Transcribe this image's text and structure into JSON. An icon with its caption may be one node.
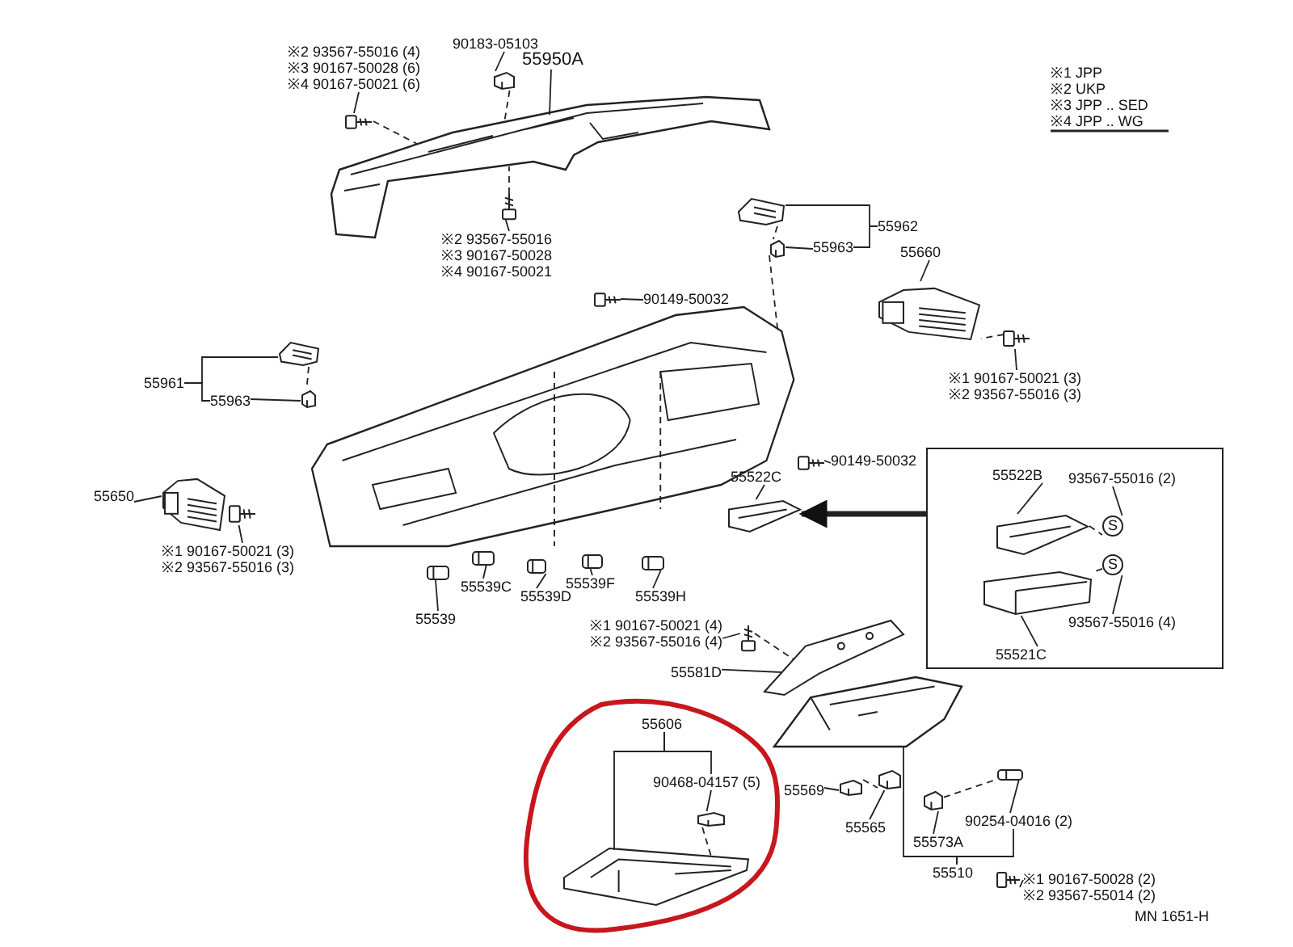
{
  "diagram": {
    "nodes": [
      {
        "text": [
          "90183-05103"
        ]
      },
      {
        "text": [
          "55950A"
        ]
      },
      {
        "text": [
          "※2 93567-55016 (4)",
          "※3 90167-50028 (6)",
          "※4 90167-50021 (6)"
        ]
      },
      {
        "text": [],
        "shape": "picture"
      },
      {
        "text": [],
        "shape": "picture"
      },
      {
        "text": [],
        "shape": "picture"
      },
      {
        "text": [],
        "shape": "picture"
      },
      {
        "text": [
          "※2 93567-55016",
          "※3 90167-50028",
          "※4 90167-50021"
        ]
      },
      {
        "text": [],
        "shape": "picture"
      },
      {
        "text": [],
        "shape": "picture"
      },
      {
        "text": [
          "55962"
        ]
      },
      {
        "text": [
          "55963"
        ]
      },
      {
        "text": [
          "55660"
        ]
      },
      {
        "text": [],
        "shape": "picture"
      },
      {
        "text": [],
        "shape": "picture"
      },
      {
        "text": [
          "※1 90167-50021 (3)",
          "※2 93567-55016 (3)"
        ]
      },
      {
        "text": [],
        "shape": "picture"
      },
      {
        "text": [
          "90149-50032"
        ]
      },
      {
        "text": [],
        "shape": "picture"
      },
      {
        "text": [],
        "shape": "picture"
      },
      {
        "text": [],
        "shape": "picture"
      },
      {
        "text": [
          "55961"
        ]
      },
      {
        "text": [
          "55963"
        ]
      },
      {
        "text": [
          "55650"
        ]
      },
      {
        "text": [],
        "shape": "picture"
      },
      {
        "text": [],
        "shape": "picture"
      },
      {
        "text": [
          "※1 90167-50021 (3)",
          "※2 93567-55016 (3)"
        ]
      },
      {
        "text": [],
        "shape": "picture"
      },
      {
        "text": [
          "55539"
        ]
      },
      {
        "text": [],
        "shape": "picture"
      },
      {
        "text": [
          "55539C"
        ]
      },
      {
        "text": [],
        "shape": "picture"
      },
      {
        "text": [
          "55539D"
        ]
      },
      {
        "text": [],
        "shape": "picture"
      },
      {
        "text": [
          "55539F"
        ]
      },
      {
        "text": [],
        "shape": "picture"
      },
      {
        "text": [
          "55539H"
        ]
      },
      {
        "text": [],
        "shape": "picture"
      },
      {
        "text": [
          "90149-50032"
        ]
      },
      {
        "text": [
          "55522C"
        ]
      },
      {
        "text": [],
        "shape": "picture"
      },
      {
        "text": [],
        "shape": "box"
      },
      {
        "text": [
          "55522B"
        ],
        "in": 41
      },
      {
        "text": [
          "93567-55016 (2)"
        ],
        "in": 41
      },
      {
        "text": [],
        "shape": "picture",
        "in": 41
      },
      {
        "text": [
          "S"
        ],
        "in": 41
      },
      {
        "text": [
          "S"
        ],
        "in": 41
      },
      {
        "text": [],
        "shape": "picture",
        "in": 41
      },
      {
        "text": [
          "93567-55016 (4)"
        ],
        "in": 41
      },
      {
        "text": [
          "55521C"
        ],
        "in": 41
      },
      {
        "text": [
          "※1 90167-50021 (4)",
          "※2 93567-55016 (4)"
        ]
      },
      {
        "text": [],
        "shape": "picture"
      },
      {
        "text": [],
        "shape": "picture"
      },
      {
        "text": [
          "55581D"
        ]
      },
      {
        "text": [
          "55606"
        ]
      },
      {
        "text": [
          "90468-04157 (5)"
        ]
      },
      {
        "text": [],
        "shape": "picture"
      },
      {
        "text": [],
        "shape": "picture"
      },
      {
        "text": [],
        "shape": "picture"
      },
      {
        "text": [
          "55569"
        ]
      },
      {
        "text": [],
        "shape": "picture"
      },
      {
        "text": [
          "55565"
        ]
      },
      {
        "text": [],
        "shape": "picture"
      },
      {
        "text": [],
        "shape": "picture"
      },
      {
        "text": [
          "55573A"
        ]
      },
      {
        "text": [],
        "shape": "picture"
      },
      {
        "text": [
          "90254-04016 (2)"
        ]
      },
      {
        "text": [
          "55510"
        ]
      },
      {
        "text": [],
        "shape": "picture"
      },
      {
        "text": [
          "※1 90167-50028 (2)",
          "※2 93567-55014 (2)"
        ]
      }
    ],
    "edges": [
      {
        "from": 0,
        "to": 3,
        "arrow": "none"
      },
      {
        "from": 1,
        "to": 5,
        "arrow": "none"
      },
      {
        "from": 2,
        "to": 4,
        "arrow": "none"
      },
      {
        "from": 7,
        "to": 6,
        "arrow": "none"
      },
      {
        "from": 10,
        "to": 8,
        "arrow": "none"
      },
      {
        "from": 10,
        "to": 11,
        "arrow": "none"
      },
      {
        "from": 11,
        "to": 9,
        "arrow": "none"
      },
      {
        "from": 12,
        "to": 13,
        "arrow": "none"
      },
      {
        "from": 15,
        "to": 14,
        "arrow": "none"
      },
      {
        "from": 17,
        "to": 16,
        "arrow": "none"
      },
      {
        "from": 21,
        "to": 19,
        "arrow": "none"
      },
      {
        "from": 21,
        "to": 22,
        "arrow": "none"
      },
      {
        "from": 22,
        "to": 20,
        "arrow": "none"
      },
      {
        "from": 23,
        "to": 24,
        "arrow": "none"
      },
      {
        "from": 26,
        "to": 25,
        "arrow": "none"
      },
      {
        "from": 28,
        "to": 27,
        "arrow": "none"
      },
      {
        "from": 30,
        "to": 29,
        "arrow": "none"
      },
      {
        "from": 32,
        "to": 31,
        "arrow": "none"
      },
      {
        "from": 34,
        "to": 33,
        "arrow": "none"
      },
      {
        "from": 36,
        "to": 35,
        "arrow": "none"
      },
      {
        "from": 38,
        "to": 37,
        "arrow": "none"
      },
      {
        "from": 39,
        "to": 40,
        "arrow": "none"
      },
      {
        "from": 42,
        "to": 44,
        "arrow": "none"
      },
      {
        "from": 43,
        "to": 45,
        "arrow": "none"
      },
      {
        "from": 48,
        "to": 46,
        "arrow": "none"
      },
      {
        "from": 49,
        "to": 47,
        "arrow": "none"
      },
      {
        "from": 50,
        "to": 51,
        "arrow": "none"
      },
      {
        "from": 53,
        "to": 52,
        "arrow": "none"
      },
      {
        "from": 54,
        "to": 57,
        "arrow": "none"
      },
      {
        "from": 54,
        "to": 55,
        "arrow": "none"
      },
      {
        "from": 55,
        "to": 56,
        "arrow": "none"
      },
      {
        "from": 59,
        "to": 60,
        "arrow": "none"
      },
      {
        "from": 61,
        "to": 62,
        "arrow": "none"
      },
      {
        "from": 64,
        "to": 63,
        "arrow": "none"
      },
      {
        "from": 66,
        "to": 65,
        "arrow": "none"
      },
      {
        "from": 67,
        "to": 58,
        "arrow": "none"
      },
      {
        "from": 67,
        "to": 66,
        "arrow": "none"
      },
      {
        "from": 69,
        "to": 68,
        "arrow": "none"
      },
      {
        "from": 41,
        "to": 40,
        "arrow": "to",
        "style": "thick"
      },
      {
        "from": 3,
        "to": 5,
        "arrow": "none",
        "style": "dashed"
      },
      {
        "from": 4,
        "to": 5,
        "arrow": "none",
        "style": "dashed"
      },
      {
        "from": 6,
        "to": 5,
        "arrow": "none",
        "style": "dashed"
      },
      {
        "from": 8,
        "to": 9,
        "arrow": "none",
        "style": "dashed"
      },
      {
        "from": 9,
        "to": 18,
        "arrow": "none",
        "style": "dashed"
      },
      {
        "from": 19,
        "to": 20,
        "arrow": "none",
        "style": "dashed"
      },
      {
        "from": 14,
        "to": 13,
        "arrow": "none",
        "style": "dashed"
      },
      {
        "from": 44,
        "to": 45,
        "arrow": "none",
        "style": "dashed"
      },
      {
        "from": 46,
        "to": 47,
        "arrow": "none",
        "style": "dashed"
      },
      {
        "from": 51,
        "to": 52,
        "arrow": "none",
        "style": "dashed"
      },
      {
        "from": 56,
        "to": 57,
        "arrow": "none",
        "style": "dashed"
      },
      {
        "from": 60,
        "to": 62,
        "arrow": "none",
        "style": "dashed"
      },
      {
        "from": 63,
        "to": 65,
        "arrow": "none",
        "style": "dashed"
      }
    ],
    "labels": [
      "※1 JPP",
      "※2 UKP",
      "※3 JPP .. SED",
      "※4 JPP .. WG",
      "MN 1651-H"
    ]
  }
}
